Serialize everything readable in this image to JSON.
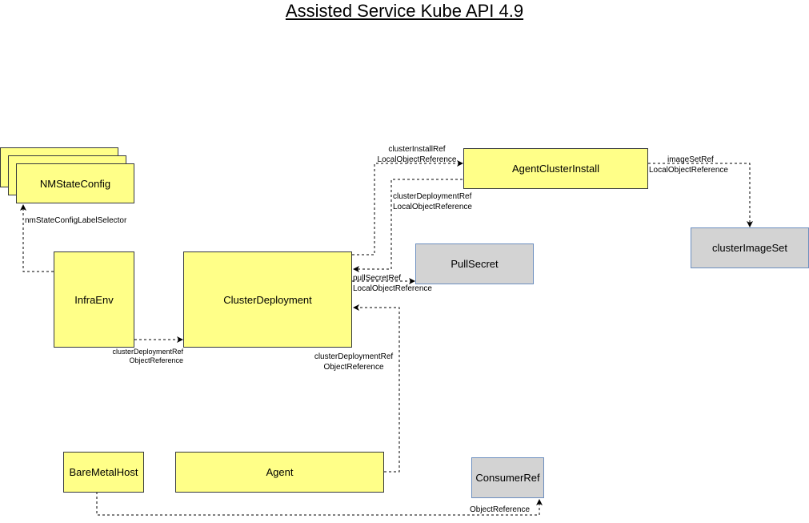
{
  "title": "Assisted Service Kube API 4.9",
  "nodes": {
    "nmstateconfig": "NMStateConfig",
    "infraenv": "InfraEnv",
    "clusterdeployment": "ClusterDeployment",
    "agentclusterinstall": "AgentClusterInstall",
    "pullsecret": "PullSecret",
    "clusterimageset": "clusterImageSet",
    "baremetalhost": "BareMetalHost",
    "agent": "Agent",
    "consumerref": "ConsumerRef"
  },
  "edges": {
    "nmstate_selector": "nmStateConfigLabelSelector",
    "infraenv_cd_1": "clusterDeploymentRef",
    "infraenv_cd_2": "ObjectReference",
    "cluster_install_ref_1": "clusterInstallRef",
    "cluster_install_ref_2": "LocalObjectReference",
    "aci_cd_1": "clusterDeploymentRef",
    "aci_cd_2": "LocalObjectReference",
    "image_set_ref_1": "imageSetRef",
    "image_set_ref_2": "LocalObjectReference",
    "pull_secret_ref_1": "pullSecretRef",
    "pull_secret_ref_2": "LocalObjectReference",
    "agent_cd_1": "clusterDeploymentRef",
    "agent_cd_2": "ObjectReference",
    "bmh_consumer": "ObjectReference"
  },
  "colors": {
    "object_fill": "#ffff88",
    "external_fill": "#d3d3d3",
    "external_border": "#6c8ebf"
  }
}
